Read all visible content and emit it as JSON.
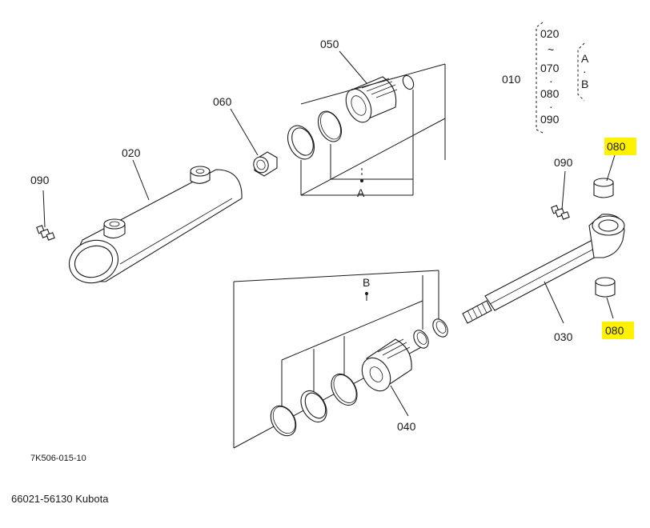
{
  "parts": {
    "p010": "010",
    "p020": "020",
    "p030": "030",
    "p040": "040",
    "p050": "050",
    "p060": "060",
    "p080_top": "080",
    "p080_bottom": "080",
    "p090_left": "090",
    "p090_right": "090"
  },
  "group_legend": {
    "items": [
      "020",
      "~",
      "070",
      "·",
      "080",
      "·",
      "090"
    ],
    "kits": [
      "A",
      "·",
      "B"
    ]
  },
  "kit_labels": {
    "a": "A",
    "b": "B"
  },
  "highlight_color": "#fff200",
  "drawing_code": "7K506-015-10",
  "footer": "66021-56130 Kubota"
}
